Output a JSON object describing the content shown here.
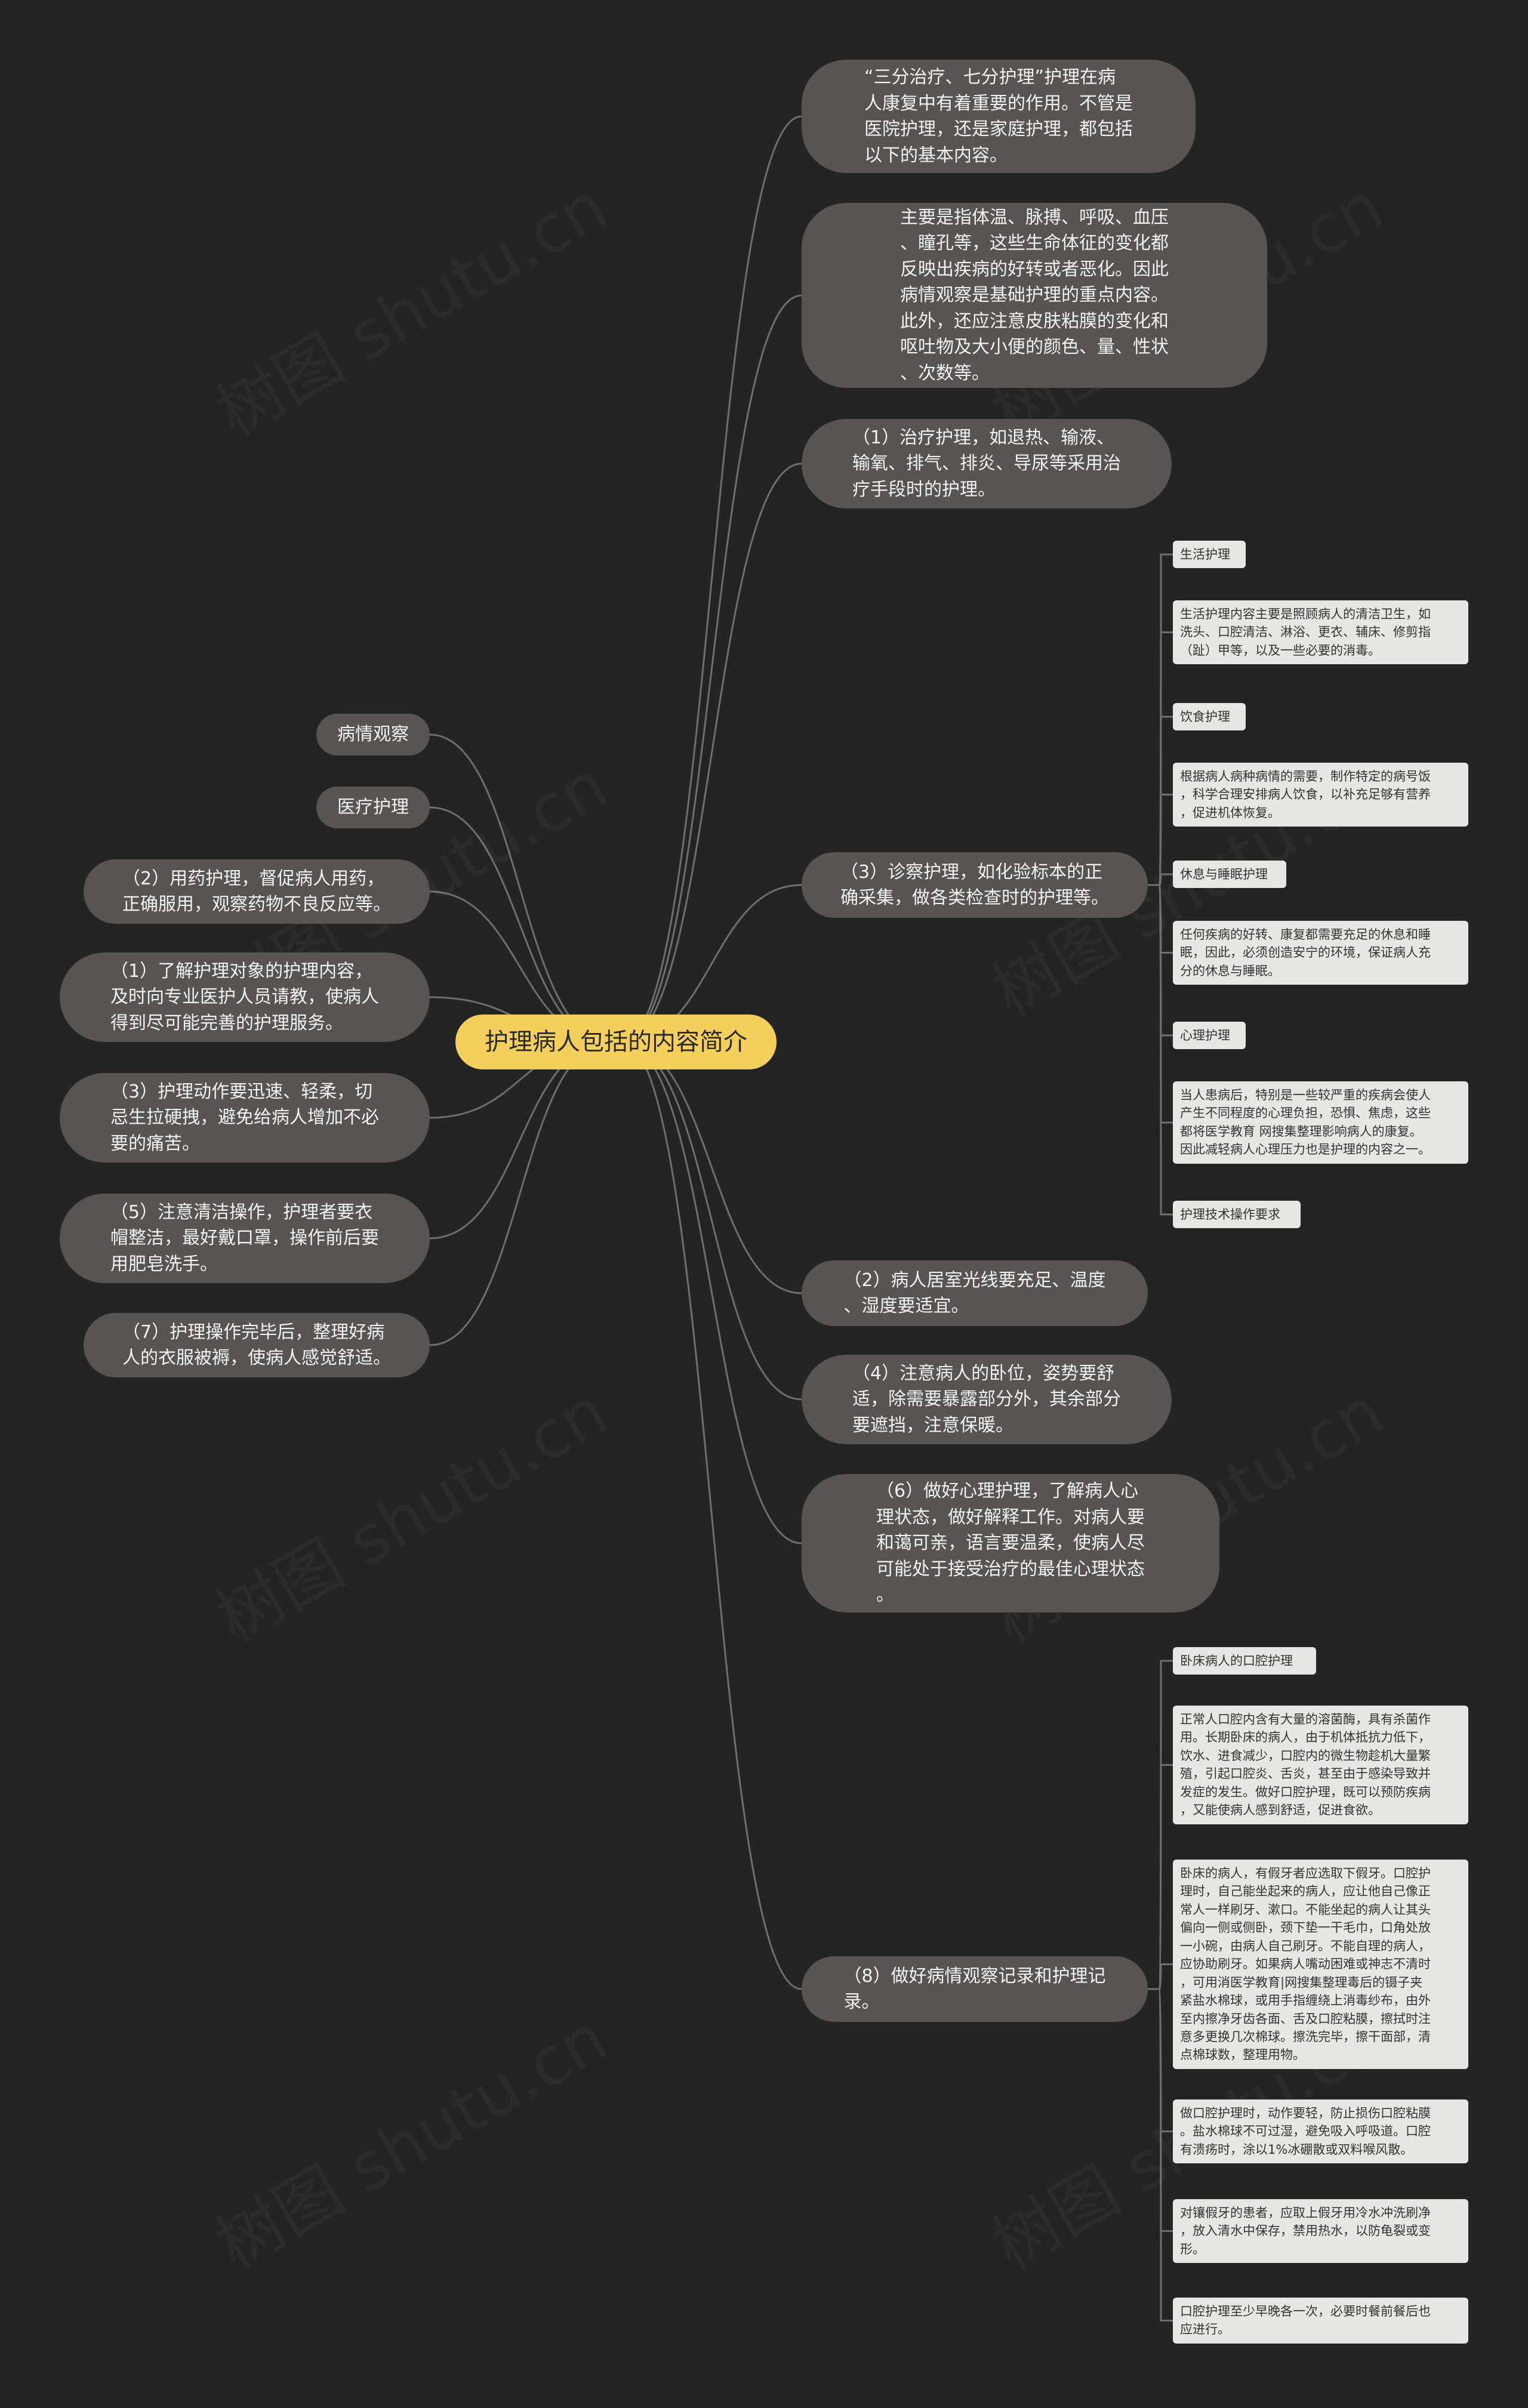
{
  "center": {
    "label": "护理病人包括的内容简介"
  },
  "left_nodes": [
    {
      "id": "L1",
      "text": "病情观察"
    },
    {
      "id": "L2",
      "text": "医疗护理"
    },
    {
      "id": "L3",
      "text": "（2）用药护理，督促病人用药，\n正确服用，观察药物不良反应等。"
    },
    {
      "id": "L4",
      "text": "（1）了解护理对象的护理内容，\n及时向专业医护人员请教，使病人\n得到尽可能完善的护理服务。"
    },
    {
      "id": "L5",
      "text": "（3）护理动作要迅速、轻柔，切\n忌生拉硬拽，避免给病人增加不必\n要的痛苦。"
    },
    {
      "id": "L6",
      "text": "（5）注意清洁操作，护理者要衣\n帽整洁，最好戴口罩，操作前后要\n用肥皂洗手。"
    },
    {
      "id": "L7",
      "text": "（7）护理操作完毕后，整理好病\n人的衣服被褥，使病人感觉舒适。"
    }
  ],
  "right_nodes": [
    {
      "id": "R1",
      "text": "“三分治疗、七分护理”护理在病\n人康复中有着重要的作用。不管是\n医院护理，还是家庭护理，都包括\n以下的基本内容。"
    },
    {
      "id": "R2",
      "text": "主要是指体温、脉搏、呼吸、血压\n、瞳孔等，这些生命体征的变化都\n反映出疾病的好转或者恶化。因此\n病情观察是基础护理的重点内容。\n此外，还应注意皮肤粘膜的变化和\n呕吐物及大小便的颜色、量、性状\n、次数等。"
    },
    {
      "id": "R3",
      "text": "（1）治疗护理，如退热、输液、\n输氧、排气、排炎、导尿等采用治\n疗手段时的护理。"
    },
    {
      "id": "R4",
      "text": "（3）诊察护理，如化验标本的正\n确采集，做各类检查时的护理等。"
    },
    {
      "id": "R5",
      "text": "（2）病人居室光线要充足、温度\n、湿度要适宜。"
    },
    {
      "id": "R6",
      "text": "（4）注意病人的卧位，姿势要舒\n适，除需要暴露部分外，其余部分\n要遮挡，注意保暖。"
    },
    {
      "id": "R7",
      "text": "（6）做好心理护理，了解病人心\n理状态，做好解释工作。对病人要\n和蔼可亲，语言要温柔，使病人尽\n可能处于接受治疗的最佳心理状态\n。"
    },
    {
      "id": "R8",
      "text": "（8）做好病情观察记录和护理记\n录。"
    }
  ],
  "r4_children": [
    {
      "id": "A1",
      "text": "生活护理"
    },
    {
      "id": "A2",
      "text": "生活护理内容主要是照顾病人的清洁卫生，如\n洗头、口腔清洁、淋浴、更衣、辅床、修剪指\n（趾）甲等，以及一些必要的消毒。"
    },
    {
      "id": "A3",
      "text": "饮食护理"
    },
    {
      "id": "A4",
      "text": "根据病人病种病情的需要，制作特定的病号饭\n，科学合理安排病人饮食，以补充足够有营养\n，促进机体恢复。"
    },
    {
      "id": "A5",
      "text": "休息与睡眠护理"
    },
    {
      "id": "A6",
      "text": "任何疾病的好转、康复都需要充足的休息和睡\n眠，因此，必须创造安宁的环境，保证病人充\n分的休息与睡眠。"
    },
    {
      "id": "A7",
      "text": "心理护理"
    },
    {
      "id": "A8",
      "text": "当人患病后，特别是一些较严重的疾病会使人\n产生不同程度的心理负担，恐惧、焦虑，这些\n都将医学教育 网搜集整理影响病人的康复。\n因此减轻病人心理压力也是护理的内容之一。"
    },
    {
      "id": "A9",
      "text": "护理技术操作要求"
    }
  ],
  "r8_children": [
    {
      "id": "B1",
      "text": "卧床病人的口腔护理"
    },
    {
      "id": "B2",
      "text": "正常人口腔内含有大量的溶菌酶，具有杀菌作\n用。长期卧床的病人，由于机体抵抗力低下，\n饮水、进食减少，口腔内的微生物趁机大量繁\n殖，引起口腔炎、舌炎，甚至由于感染导致并\n发症的发生。做好口腔护理，既可以预防疾病\n，又能使病人感到舒适，促进食欲。"
    },
    {
      "id": "B3",
      "text": "卧床的病人，有假牙者应选取下假牙。口腔护\n理时，自己能坐起来的病人，应让他自己像正\n常人一样刷牙、漱口。不能坐起的病人让其头\n偏向一侧或侧卧，颈下垫一干毛巾，口角处放\n一小碗，由病人自己刷牙。不能自理的病人，\n应协助刷牙。如果病人嘴动困难或神志不清时\n，可用消医学教育|网搜集整理毒后的镊子夹\n紧盐水棉球，或用手指缠绕上消毒纱布，由外\n至内擦净牙齿各面、舌及口腔粘膜，擦拭时注\n意多更换几次棉球。擦洗完毕，擦干面部，清\n点棉球数，整理用物。"
    },
    {
      "id": "B4",
      "text": "做口腔护理时，动作要轻，防止损伤口腔粘膜\n。盐水棉球不可过湿，避免吸入呼吸道。口腔\n有溃疡时，涂以1%冰硼散或双料喉风散。"
    },
    {
      "id": "B5",
      "text": "对镶假牙的患者，应取上假牙用冷水冲洗刷净\n，放入清水中保存，禁用热水，以防龟裂或变\n形。"
    },
    {
      "id": "B6",
      "text": "口腔护理至少早晚各一次，必要时餐前餐后也\n应进行。"
    }
  ],
  "watermarks": [
    "树图 shutu.cn"
  ],
  "colors": {
    "background": "#242424",
    "center": "#f5cf5b",
    "pill": "#575452",
    "leaf": "#e8e6e3",
    "link": "#6e6e6e"
  }
}
